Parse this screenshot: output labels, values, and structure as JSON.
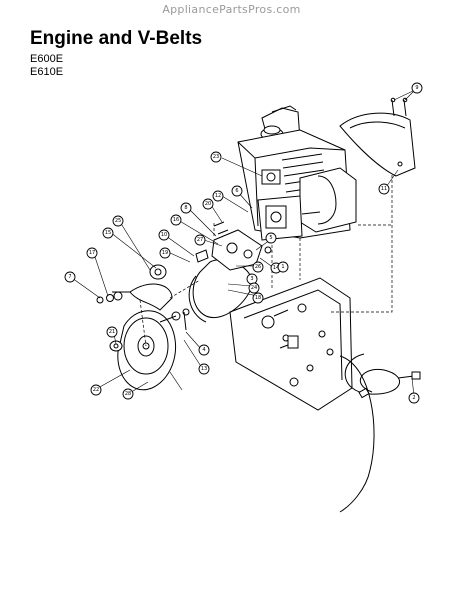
{
  "watermark": "AppliancePartsPros.com",
  "title": "Engine and V-Belts",
  "models": [
    "E600E",
    "E610E"
  ],
  "callouts": [
    {
      "label": "9"
    },
    {
      "label": "11"
    },
    {
      "label": "23"
    },
    {
      "label": "12"
    },
    {
      "label": "6"
    },
    {
      "label": "20"
    },
    {
      "label": "8"
    },
    {
      "label": "16"
    },
    {
      "label": "10"
    },
    {
      "label": "27"
    },
    {
      "label": "5"
    },
    {
      "label": "19"
    },
    {
      "label": "25"
    },
    {
      "label": "15"
    },
    {
      "label": "17"
    },
    {
      "label": "7"
    },
    {
      "label": "26"
    },
    {
      "label": "14"
    },
    {
      "label": "3"
    },
    {
      "label": "1"
    },
    {
      "label": "24"
    },
    {
      "label": "18"
    },
    {
      "label": "4"
    },
    {
      "label": "13"
    },
    {
      "label": "21"
    },
    {
      "label": "22"
    },
    {
      "label": "28"
    },
    {
      "label": "2"
    }
  ]
}
